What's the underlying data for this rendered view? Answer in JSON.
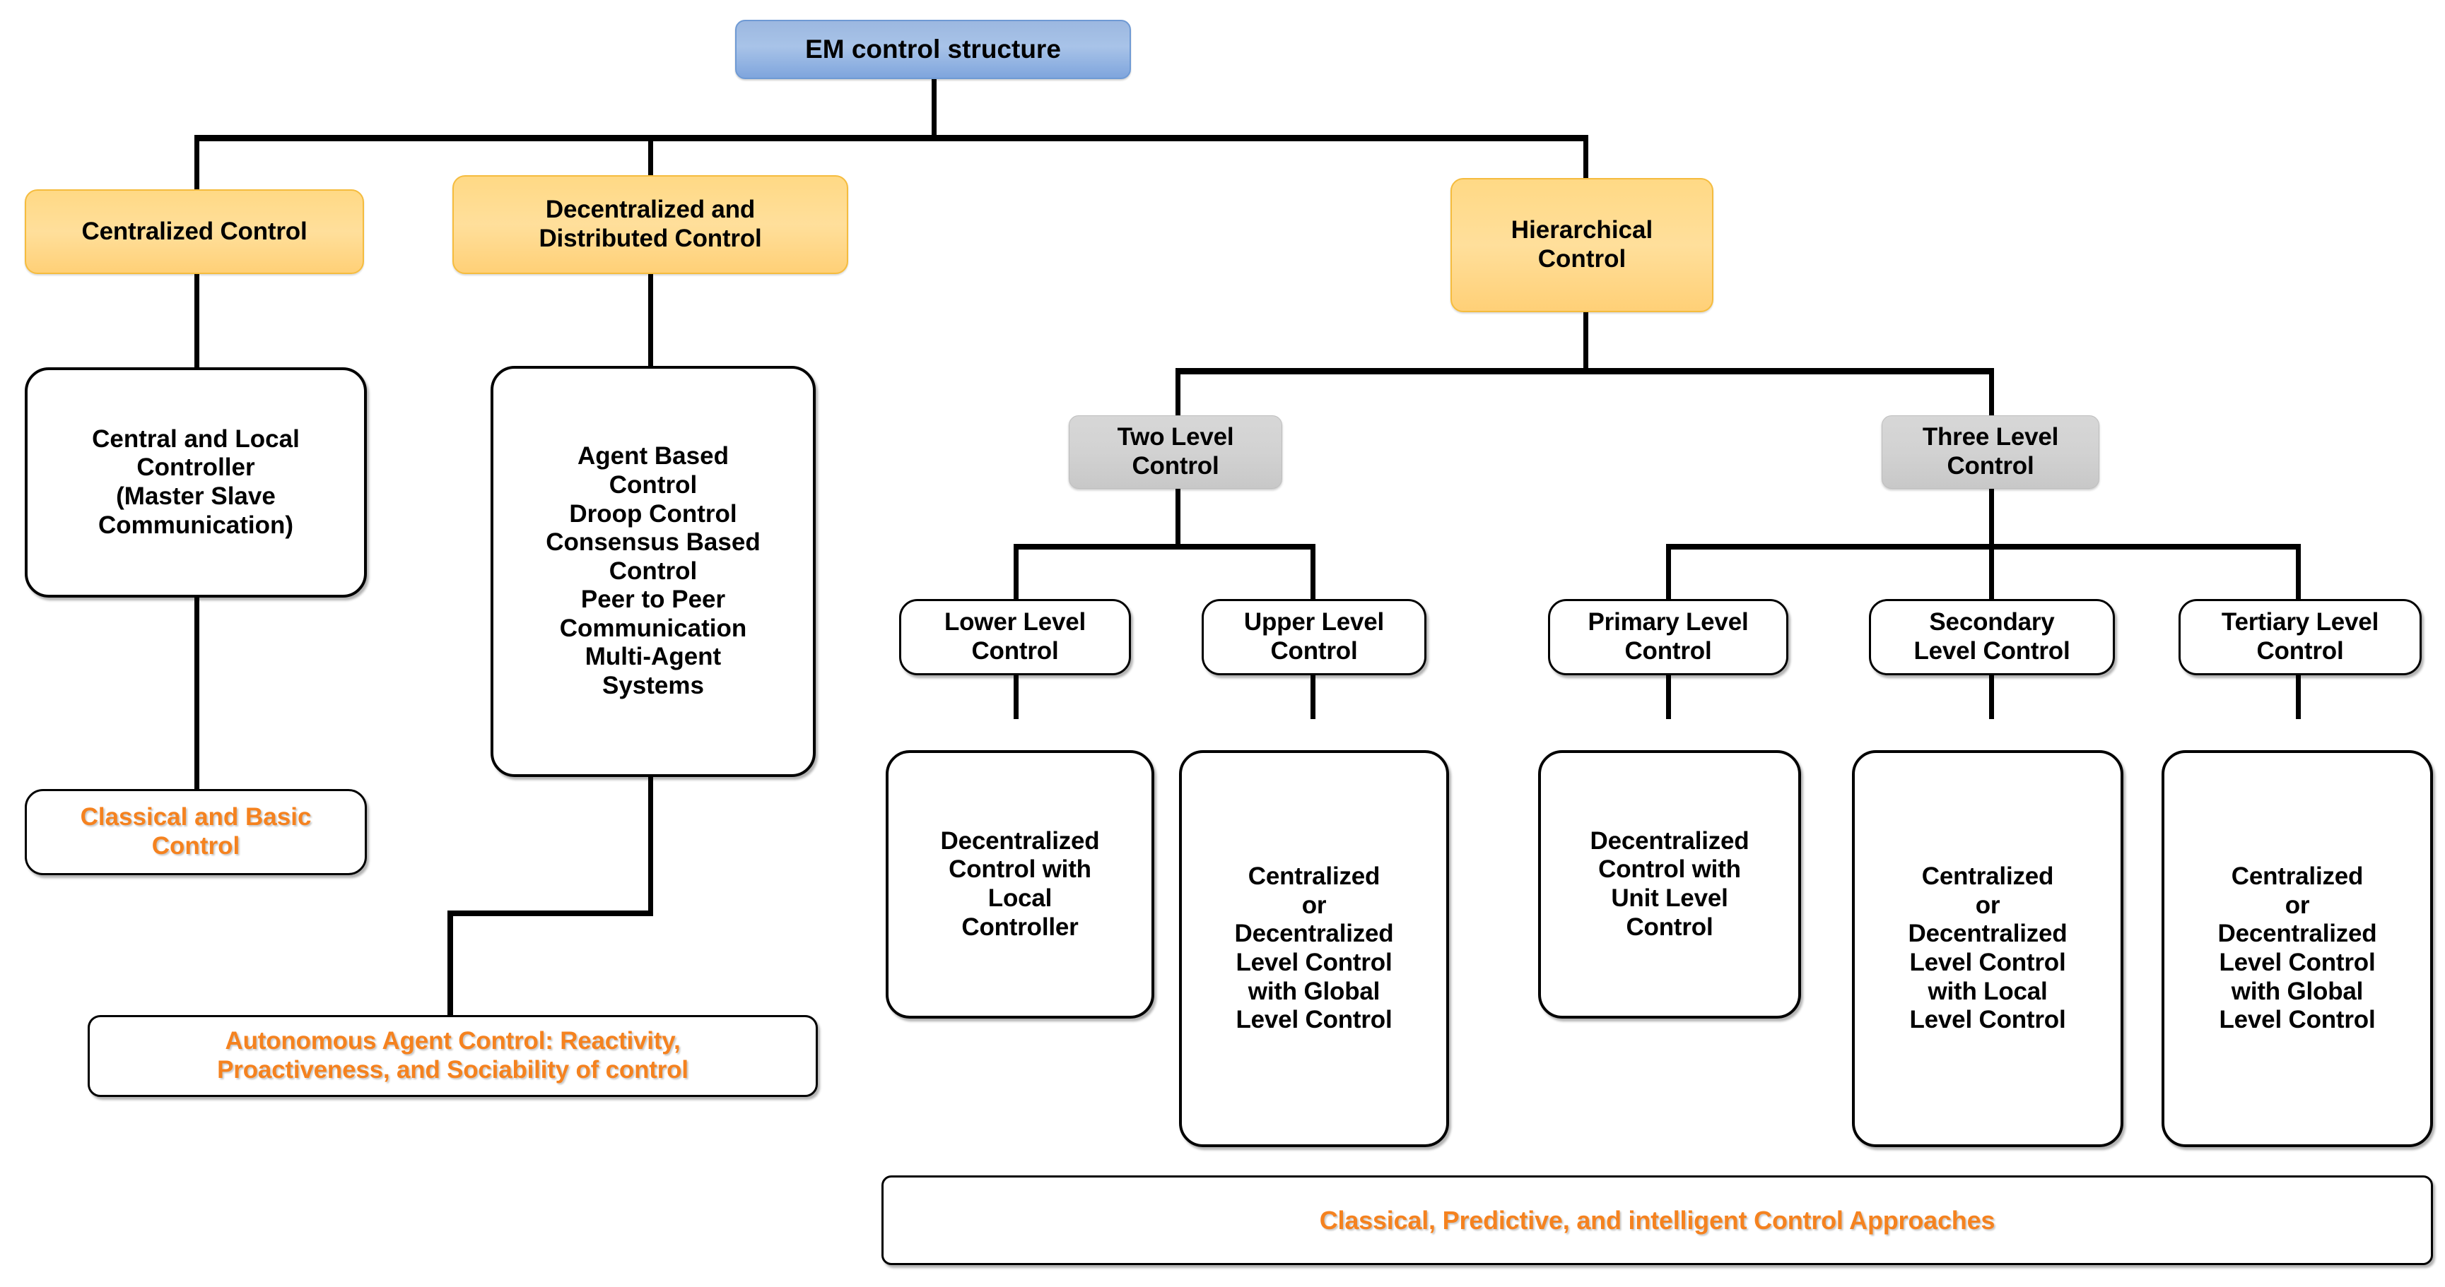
{
  "diagram": {
    "title": "EM control structure",
    "colors": {
      "root_fill": "#a8c3e8",
      "root_border": "#6f9ad4",
      "branch_fill": "#ffd985",
      "branch_border": "#f5bc3e",
      "level_fill": "#d2d2d2",
      "level_border": "#bdbdbd",
      "box_border": "#000000",
      "box_fill": "#ffffff",
      "accent_text": "#F5821F",
      "connector": "#000000"
    }
  },
  "nodes": {
    "root": {
      "label": "EM control structure"
    },
    "centralized": {
      "label": "Centralized Control"
    },
    "decentralized": {
      "label": "Decentralized and\nDistributed Control"
    },
    "hierarchical": {
      "label": "Hierarchical\nControl"
    },
    "central_local_controller": {
      "label": "Central and Local\nController\n(Master Slave\nCommunication)"
    },
    "agent_based_list": {
      "label": "Agent Based\nControl\nDroop Control\nConsensus Based\nControl\nPeer to Peer\nCommunication\nMulti-Agent\nSystems"
    },
    "classical_basic_control": {
      "label": "Classical and Basic\nControl"
    },
    "autonomous_agent_control": {
      "label": "Autonomous Agent Control: Reactivity,\nProactiveness, and Sociability of control"
    },
    "two_level": {
      "label": "Two Level\nControl"
    },
    "three_level": {
      "label": "Three Level\nControl"
    },
    "lower_level": {
      "label": "Lower Level\nControl"
    },
    "upper_level": {
      "label": "Upper Level\nControl"
    },
    "primary_level": {
      "label": "Primary Level\nControl"
    },
    "secondary_level": {
      "label": "Secondary\nLevel Control"
    },
    "tertiary_level": {
      "label": "Tertiary  Level\nControl"
    },
    "lower_detail": {
      "label": "Decentralized\nControl with\nLocal\nController"
    },
    "upper_detail": {
      "label": "Centralized\nor\nDecentralized\nLevel Control\nwith Global\nLevel  Control"
    },
    "primary_detail": {
      "label": "Decentralized\nControl with\nUnit Level\nControl"
    },
    "secondary_detail": {
      "label": "Centralized\nor\nDecentralized\nLevel Control\nwith Local\nLevel  Control"
    },
    "tertiary_detail": {
      "label": "Centralized\nor\nDecentralized\nLevel Control\nwith Global\nLevel  Control"
    },
    "approaches_banner": {
      "label": "Classical, Predictive, and intelligent Control Approaches"
    }
  }
}
